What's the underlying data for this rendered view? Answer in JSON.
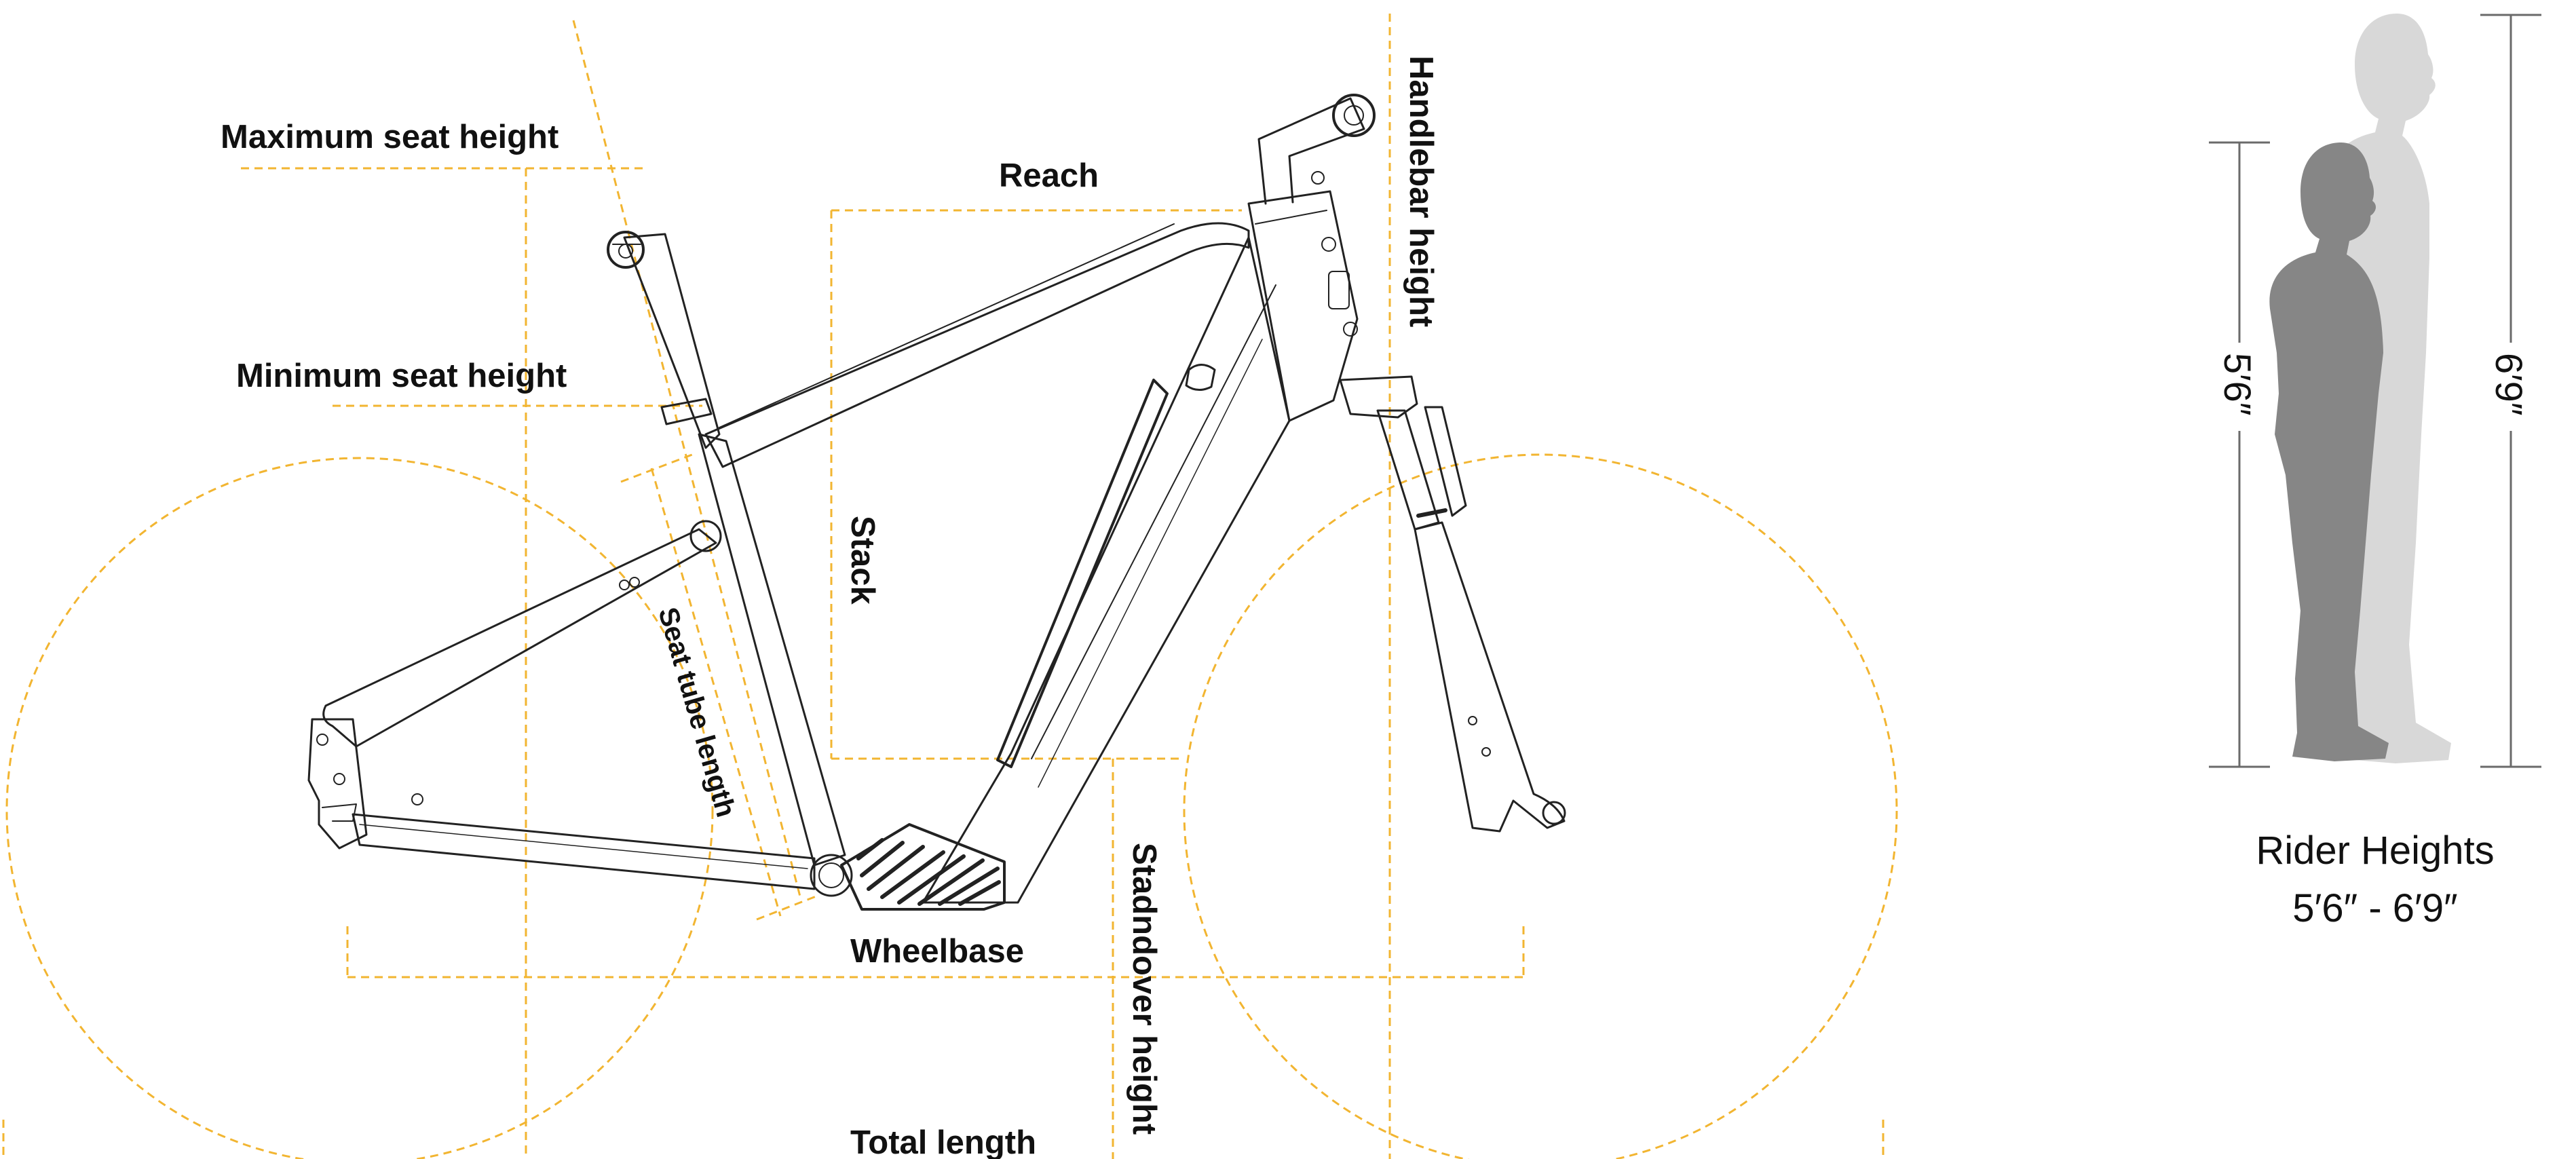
{
  "geometry_labels": {
    "max_seat_height": "Maximum seat height",
    "min_seat_height": "Minimum seat height",
    "reach": "Reach",
    "stack": "Stack",
    "handlebar_height": "Handlebar height",
    "seat_tube_length": "Seat tube length",
    "wheelbase": "Wheelbase",
    "standover_height": "Stadndover height",
    "total_length": "Total length"
  },
  "riders": {
    "short_height": "5′6″",
    "tall_height": "6′9″",
    "caption_title": "Rider Heights",
    "caption_range": "5′6″ - 6′9″"
  },
  "colors": {
    "guide_line": "#f2b531",
    "frame_stroke": "#222222",
    "short_rider": "#868686",
    "tall_rider": "#d8d8d8",
    "scale_line": "#6a6a6a"
  }
}
